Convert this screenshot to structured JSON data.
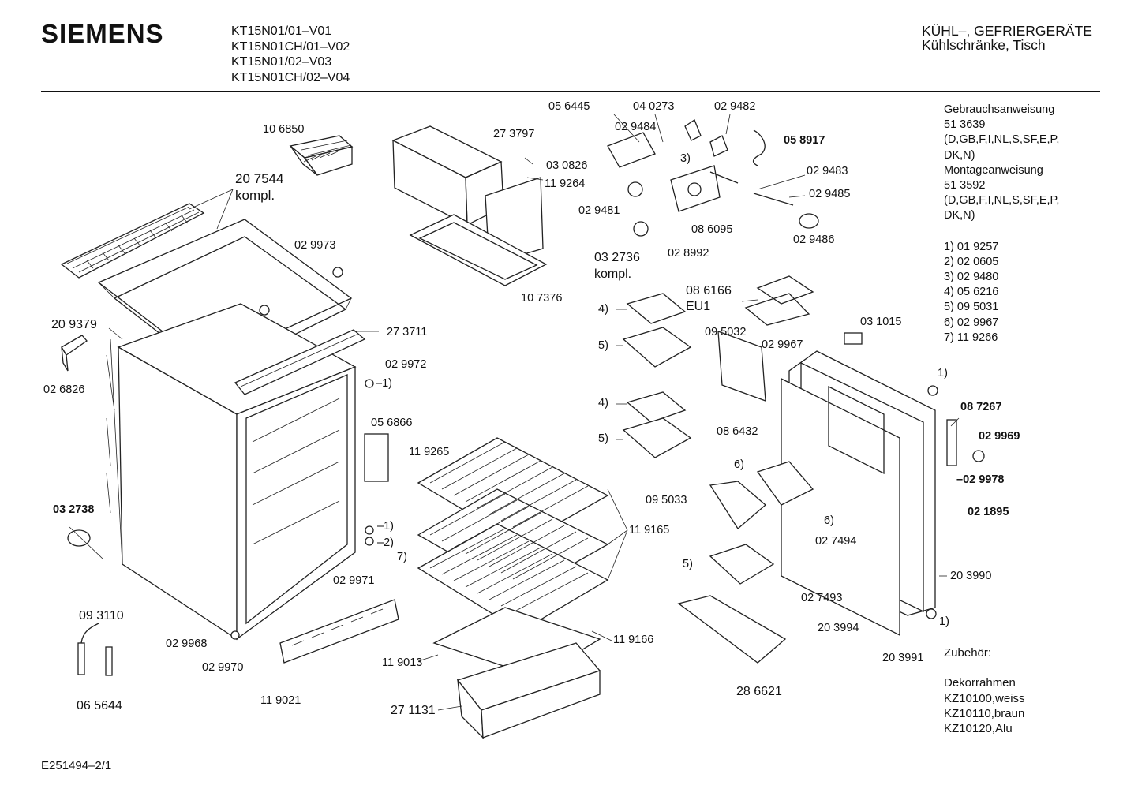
{
  "header": {
    "brand": "SIEMENS",
    "models": [
      "KT15N01/01–V01",
      "KT15N01CH/01–V02",
      "KT15N01/02–V03",
      "KT15N01CH/02–V04"
    ],
    "category_line1": "KÜHL–, GEFRIERGERÄTE",
    "category_line2": "Kühlschränke, Tisch"
  },
  "info": {
    "lines": [
      "Gebrauchsanweisung",
      "51 3639",
      "(D,GB,F,I,NL,S,SF,E,P,",
      "DK,N)",
      "Montageanweisung",
      "51 3592",
      "(D,GB,F,I,NL,S,SF,E,P,",
      "DK,N)",
      "",
      "1)  01 9257",
      "2)  02 0605",
      "3)  02 9480",
      "4)  05 6216",
      "5)  09 5031",
      "6)  02 9967",
      "7)  11 9266"
    ]
  },
  "accessories": {
    "lines": [
      "Zubehör:",
      "",
      "Dekorrahmen",
      "KZ10100,weiss",
      "KZ10110,braun",
      "KZ10120,Alu"
    ]
  },
  "footer": {
    "doc_id": "E251494–2/1"
  },
  "parts": [
    {
      "id": "p1",
      "text": "10 6850",
      "bold": false
    },
    {
      "id": "p2",
      "text": "20 7544",
      "bold": false
    },
    {
      "id": "p3",
      "text": "kompl.",
      "bold": false
    },
    {
      "id": "p4",
      "text": "27 3797",
      "bold": false
    },
    {
      "id": "p5",
      "text": "03 0826",
      "bold": false
    },
    {
      "id": "p6",
      "text": "11 9264",
      "bold": false
    },
    {
      "id": "p7",
      "text": "05 6445",
      "bold": false
    },
    {
      "id": "p8",
      "text": "04 0273",
      "bold": false
    },
    {
      "id": "p9",
      "text": "02 9482",
      "bold": false
    },
    {
      "id": "p10",
      "text": "02 9484",
      "bold": false
    },
    {
      "id": "p11",
      "text": "05 8917",
      "bold": true
    },
    {
      "id": "p12",
      "text": "3)",
      "bold": false
    },
    {
      "id": "p13",
      "text": "02 9483",
      "bold": false
    },
    {
      "id": "p14",
      "text": "02 9485",
      "bold": false
    },
    {
      "id": "p15",
      "text": "02 9481",
      "bold": false
    },
    {
      "id": "p16",
      "text": "08 6095",
      "bold": false
    },
    {
      "id": "p17",
      "text": "02 9486",
      "bold": false
    },
    {
      "id": "p18",
      "text": "03 2736",
      "bold": false
    },
    {
      "id": "p19",
      "text": "kompl.",
      "bold": false
    },
    {
      "id": "p20",
      "text": "02 8992",
      "bold": false
    },
    {
      "id": "p21",
      "text": "10 7376",
      "bold": false
    },
    {
      "id": "p22",
      "text": "02 9973",
      "bold": false
    },
    {
      "id": "p23",
      "text": "20 9379",
      "bold": false
    },
    {
      "id": "p24",
      "text": "27 3711",
      "bold": false
    },
    {
      "id": "p25",
      "text": "02 9972",
      "bold": false
    },
    {
      "id": "p26",
      "text": "–1)",
      "bold": false
    },
    {
      "id": "p27",
      "text": "02 6826",
      "bold": false
    },
    {
      "id": "p28",
      "text": "08 6166",
      "bold": false
    },
    {
      "id": "p29",
      "text": "EU1",
      "bold": false
    },
    {
      "id": "p30",
      "text": "4)",
      "bold": false
    },
    {
      "id": "p31",
      "text": "03 1015",
      "bold": false
    },
    {
      "id": "p32",
      "text": "5)",
      "bold": false
    },
    {
      "id": "p33",
      "text": "09 5032",
      "bold": false
    },
    {
      "id": "p34",
      "text": "02 9967",
      "bold": false
    },
    {
      "id": "p35",
      "text": "1)",
      "bold": false
    },
    {
      "id": "p36",
      "text": "4)",
      "bold": false
    },
    {
      "id": "p37",
      "text": "08 7267",
      "bold": true
    },
    {
      "id": "p38",
      "text": "05 6866",
      "bold": false
    },
    {
      "id": "p39",
      "text": "11 9265",
      "bold": false
    },
    {
      "id": "p40",
      "text": "5)",
      "bold": false
    },
    {
      "id": "p41",
      "text": "08 6432",
      "bold": false
    },
    {
      "id": "p42",
      "text": "02 9969",
      "bold": true
    },
    {
      "id": "p43",
      "text": "6)",
      "bold": false
    },
    {
      "id": "p44",
      "text": "–02 9978",
      "bold": true
    },
    {
      "id": "p45",
      "text": "03 2738",
      "bold": true
    },
    {
      "id": "p46",
      "text": "09 5033",
      "bold": false
    },
    {
      "id": "p47",
      "text": "02 1895",
      "bold": true
    },
    {
      "id": "p48",
      "text": "11 9165",
      "bold": false
    },
    {
      "id": "p49",
      "text": "–1)",
      "bold": false
    },
    {
      "id": "p50",
      "text": "–2)",
      "bold": false
    },
    {
      "id": "p51",
      "text": "6)",
      "bold": false
    },
    {
      "id": "p52",
      "text": "7)",
      "bold": false
    },
    {
      "id": "p53",
      "text": "02 7494",
      "bold": false
    },
    {
      "id": "p54",
      "text": "5)",
      "bold": false
    },
    {
      "id": "p55",
      "text": "02 9971",
      "bold": false
    },
    {
      "id": "p56",
      "text": "20 3990",
      "bold": false
    },
    {
      "id": "p57",
      "text": "02 7493",
      "bold": false
    },
    {
      "id": "p58",
      "text": "09 3110",
      "bold": false
    },
    {
      "id": "p59",
      "text": "02 9968",
      "bold": false
    },
    {
      "id": "p60",
      "text": "20 3994",
      "bold": false
    },
    {
      "id": "p61",
      "text": "1)",
      "bold": false
    },
    {
      "id": "p62",
      "text": "11 9166",
      "bold": false
    },
    {
      "id": "p63",
      "text": "02 9970",
      "bold": false
    },
    {
      "id": "p64",
      "text": "11 9013",
      "bold": false
    },
    {
      "id": "p65",
      "text": "20 3991",
      "bold": false
    },
    {
      "id": "p66",
      "text": "11 9021",
      "bold": false
    },
    {
      "id": "p67",
      "text": "28 6621",
      "bold": false
    },
    {
      "id": "p68",
      "text": "06 5644",
      "bold": false
    },
    {
      "id": "p69",
      "text": "27 1131",
      "bold": false
    }
  ]
}
